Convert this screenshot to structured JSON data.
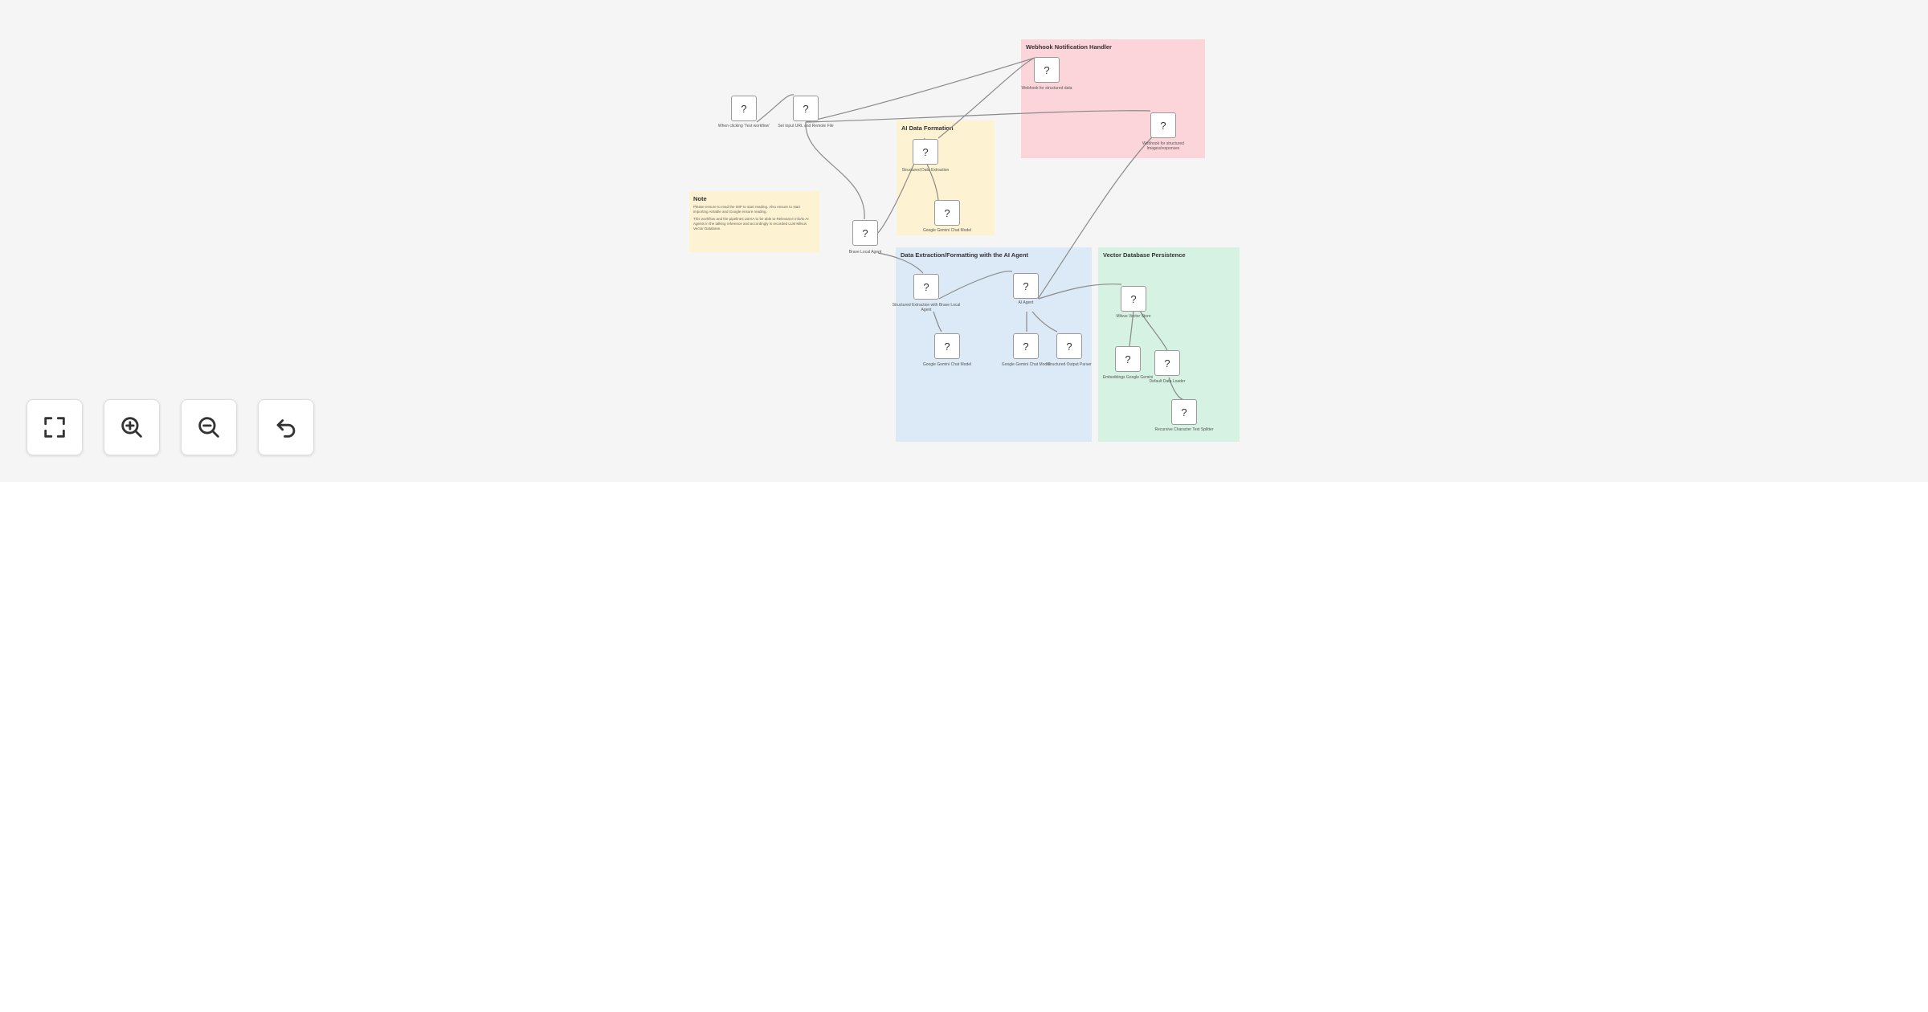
{
  "groups": {
    "webhook": {
      "title": "Webhook Notification Handler",
      "color": "#fbd5da"
    },
    "ai_data": {
      "title": "AI Data Formation",
      "color": "#fdf2d2"
    },
    "extraction": {
      "title": "Data Extraction/Formatting with the AI Agent",
      "color": "#dce9f7"
    },
    "vector": {
      "title": "Vector Database Persistence",
      "color": "#d6f2e2"
    }
  },
  "note": {
    "title": "Note",
    "line1": "Please ensure to read the IMP to start reading. Also ensure to start importing Airtable and Google ensure reading.",
    "line2": "This workflow and the pipelines LBAIA to be able to Relevance info/to AI Agents in the talking reference and accordingly is recorded LLM Milvus Vector Database."
  },
  "nodes": {
    "n1": {
      "symbol": "?",
      "label": "When clicking 'Test workflow'"
    },
    "n2": {
      "symbol": "?",
      "label": "Set Input URL and Remote File"
    },
    "n3": {
      "symbol": "?",
      "label": "Webhook for structured data"
    },
    "n4": {
      "symbol": "?",
      "label": "Webhook for structured Images/responses"
    },
    "n5": {
      "symbol": "?",
      "label": "Structured Data Extraction"
    },
    "n6": {
      "symbol": "?",
      "label": "Google Gemini Chat Model"
    },
    "n7": {
      "symbol": "?",
      "label": "Brave Local Agent"
    },
    "n8": {
      "symbol": "?",
      "label": "Structured Extraction with Brave Local Agent"
    },
    "n9": {
      "symbol": "?",
      "label": "AI Agent"
    },
    "n10": {
      "symbol": "?",
      "label": "Google Gemini Chat Model"
    },
    "n11": {
      "symbol": "?",
      "label": "Google Gemini Chat Model"
    },
    "n12": {
      "symbol": "?",
      "label": "Structured Output Parser"
    },
    "n13": {
      "symbol": "?",
      "label": "Milvus Vector Store"
    },
    "n14": {
      "symbol": "?",
      "label": "Embeddings Google Gemini"
    },
    "n15": {
      "symbol": "?",
      "label": "Default Data Loader"
    },
    "n16": {
      "symbol": "?",
      "label": "Recursive Character Text Splitter"
    }
  },
  "controls": {
    "fit": "fit-view",
    "zoom_in": "zoom-in",
    "zoom_out": "zoom-out",
    "reset": "reset-view"
  }
}
